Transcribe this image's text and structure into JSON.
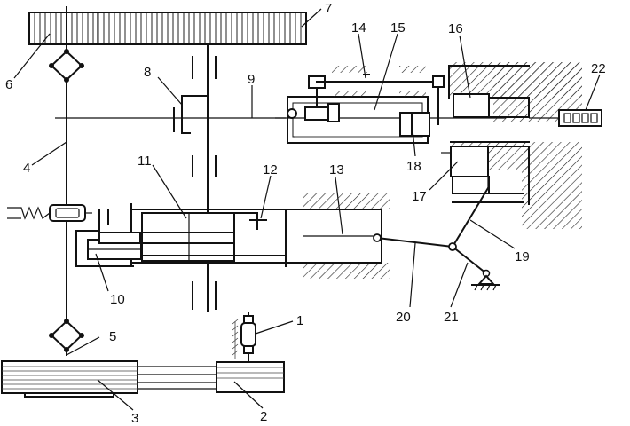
{
  "labels": {
    "n1": "1",
    "n2": "2",
    "n3": "3",
    "n4": "4",
    "n5": "5",
    "n6": "6",
    "n7": "7",
    "n8": "8",
    "n9": "9",
    "n10": "10",
    "n11": "11",
    "n12": "12",
    "n13": "13",
    "n14": "14",
    "n15": "15",
    "n16": "16",
    "n17": "17",
    "n18": "18",
    "n19": "19",
    "n20": "20",
    "n21": "21",
    "n22": "22"
  },
  "colors": {
    "line": "#111111",
    "background": "#ffffff"
  }
}
